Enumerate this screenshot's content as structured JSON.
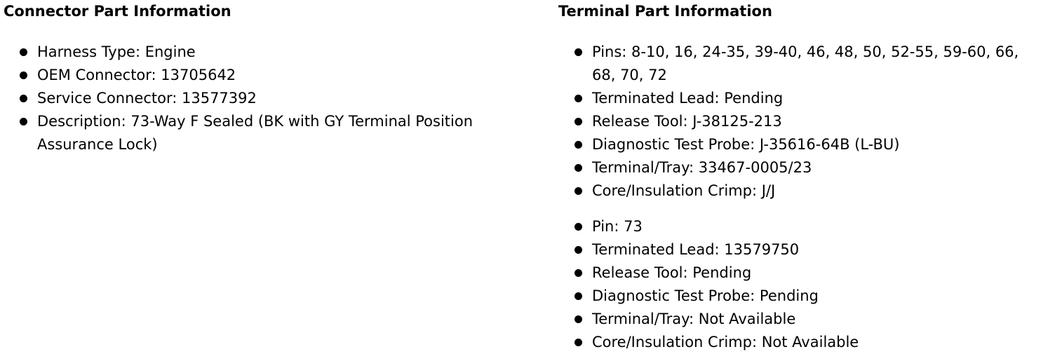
{
  "page": {
    "background": "#ffffff",
    "text_color": "#000000",
    "bullet_color": "#000000"
  },
  "connector_section": {
    "title": "Connector Part Information",
    "items": [
      "Harness Type: Engine",
      "OEM Connector: 13705642",
      "Service Connector: 13577392",
      "Description: 73-Way F Sealed (BK with GY Terminal Position Assurance Lock)"
    ]
  },
  "terminal_section": {
    "title": "Terminal Part Information",
    "groups": [
      {
        "items": [
          "Pins: 8-10, 16, 24-35, 39-40, 46, 48, 50, 52-55, 59-60, 66, 68, 70, 72",
          "Terminated Lead: Pending",
          "Release Tool: J-38125-213",
          "Diagnostic Test Probe: J-35616-64B (L-BU)",
          "Terminal/Tray: 33467-0005/23",
          "Core/Insulation Crimp: J/J"
        ]
      },
      {
        "items": [
          "Pin: 73",
          "Terminated Lead: 13579750",
          "Release Tool: Pending",
          "Diagnostic Test Probe: Pending",
          "Terminal/Tray: Not Available",
          "Core/Insulation Crimp: Not Available"
        ]
      }
    ]
  }
}
